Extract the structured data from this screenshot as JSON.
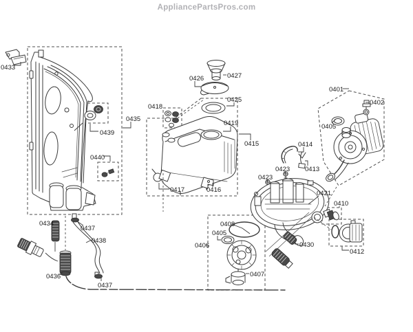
{
  "watermark": {
    "site": "AppliancePartsPros.com"
  },
  "colors": {
    "line": "#3a3a3a",
    "label": "#1b1b1b",
    "watermark": "#b1b1b5",
    "dashed_box": "#4d4d4d",
    "background": "#ffffff"
  },
  "diagram": {
    "labels": [
      {
        "text": "0433"
      },
      {
        "text": "0435"
      },
      {
        "text": "0439"
      },
      {
        "text": "0440"
      },
      {
        "text": "0434"
      },
      {
        "text": "0436"
      },
      {
        "text": "0437"
      },
      {
        "text": "0438"
      },
      {
        "text": "0437"
      },
      {
        "text": "0418"
      },
      {
        "text": "0426"
      },
      {
        "text": "0427"
      },
      {
        "text": "0425"
      },
      {
        "text": "0419"
      },
      {
        "text": "0415"
      },
      {
        "text": "0417"
      },
      {
        "text": "0416"
      },
      {
        "text": "0414"
      },
      {
        "text": "0413"
      },
      {
        "text": "0423"
      },
      {
        "text": "0423"
      },
      {
        "text": "0421"
      },
      {
        "text": "0401"
      },
      {
        "text": "0402"
      },
      {
        "text": "0405"
      },
      {
        "text": "0410"
      },
      {
        "text": "0412"
      },
      {
        "text": "0406"
      },
      {
        "text": "0408"
      },
      {
        "text": "0405"
      },
      {
        "text": "0407"
      },
      {
        "text": "0430"
      }
    ]
  }
}
